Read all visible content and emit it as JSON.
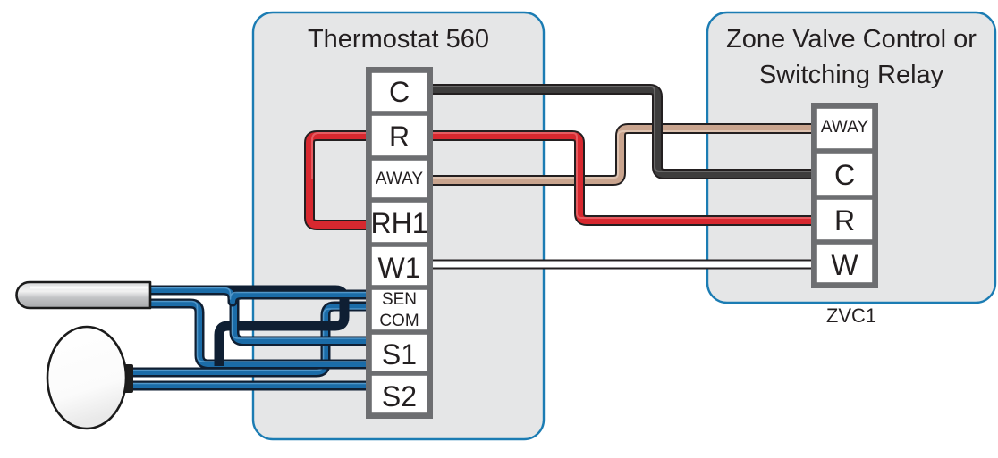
{
  "diagram": {
    "title_hidden": "",
    "colors": {
      "panel_fill": "#e5e6e7",
      "panel_border": "#1b7cb3",
      "terminal_fill": "#ffffff",
      "terminal_border": "#6d6e71",
      "wire_red": "#d7282f",
      "wire_dark": "#3e3d3d",
      "wire_tan": "#c9a48e",
      "wire_white": "#ffffff",
      "wire_blue": "#1b6ca8",
      "text": "#231f20"
    }
  },
  "thermostat": {
    "title": "Thermostat 560",
    "terminals": [
      {
        "label": "C",
        "size": "big"
      },
      {
        "label": "R",
        "size": "big"
      },
      {
        "label": "AWAY",
        "size": "small"
      },
      {
        "label": "RH1",
        "size": "big"
      },
      {
        "label": "W1",
        "size": "big"
      },
      {
        "label": "SEN",
        "size": "small"
      },
      {
        "label": "COM",
        "size": "small"
      },
      {
        "label": "S1",
        "size": "big"
      },
      {
        "label": "S2",
        "size": "big"
      }
    ]
  },
  "zone_valve_control": {
    "title_line1": "Zone Valve Control or",
    "title_line2": "Switching Relay",
    "caption": "ZVC1",
    "terminals": [
      {
        "label": "AWAY",
        "size": "small"
      },
      {
        "label": "C",
        "size": "big"
      },
      {
        "label": "R",
        "size": "big"
      },
      {
        "label": "W",
        "size": "big"
      }
    ]
  },
  "sensors": [
    {
      "name": "outdoor-probe-sensor",
      "type": "probe"
    },
    {
      "name": "round-remote-sensor",
      "type": "round"
    }
  ],
  "wires": [
    {
      "name": "c-wire",
      "from": "Thermostat C",
      "to": "ZVC C",
      "color": "#3e3d3d"
    },
    {
      "name": "r-wire",
      "from": "Thermostat R",
      "to": "ZVC R",
      "color": "#d7282f"
    },
    {
      "name": "away-wire",
      "from": "Thermostat AWAY",
      "to": "ZVC AWAY",
      "color": "#c9a48e"
    },
    {
      "name": "rh1-jumper",
      "from": "Thermostat R",
      "to": "Thermostat RH1",
      "color": "#d7282f"
    },
    {
      "name": "w1-wire",
      "from": "Thermostat W1",
      "to": "ZVC W",
      "color": "#ffffff"
    },
    {
      "name": "sen-wire",
      "from": "Probe sensor",
      "to": "Thermostat SEN",
      "color": "#1b6ca8"
    },
    {
      "name": "com-wire",
      "from": "Probe sensor",
      "to": "Thermostat COM",
      "color": "#1b6ca8"
    },
    {
      "name": "s1-wire",
      "from": "Round sensor",
      "to": "Thermostat S1",
      "color": "#1b6ca8"
    },
    {
      "name": "s2-wire",
      "from": "Round sensor",
      "to": "Thermostat S2",
      "color": "#1b6ca8"
    }
  ]
}
